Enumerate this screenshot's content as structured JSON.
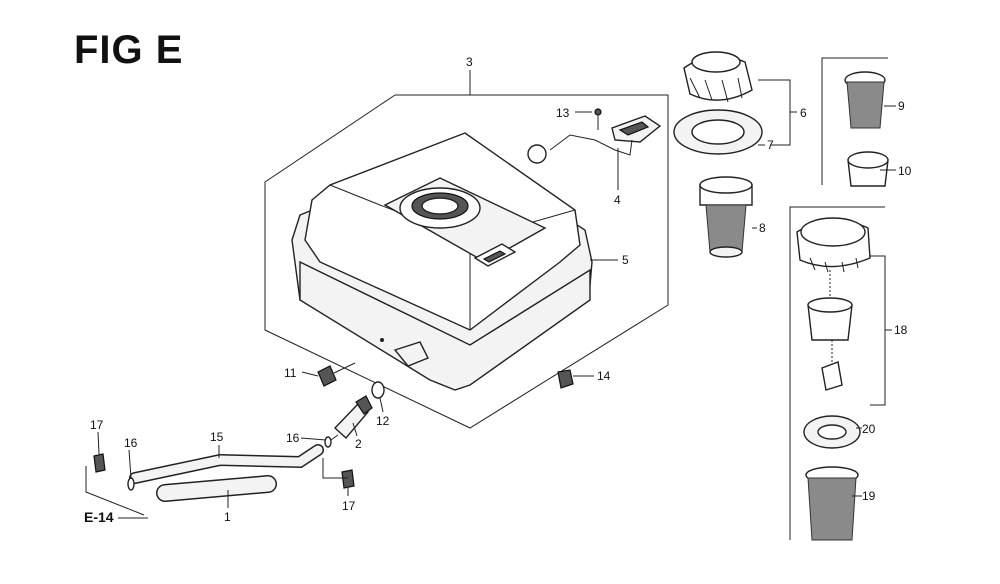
{
  "figure": {
    "title": "FIG E",
    "reference": "E-14"
  },
  "callouts": [
    "1",
    "2",
    "3",
    "4",
    "5",
    "6",
    "7",
    "8",
    "9",
    "10",
    "11",
    "12",
    "13",
    "14",
    "15",
    "16",
    "16",
    "17",
    "17",
    "18",
    "19",
    "20"
  ]
}
